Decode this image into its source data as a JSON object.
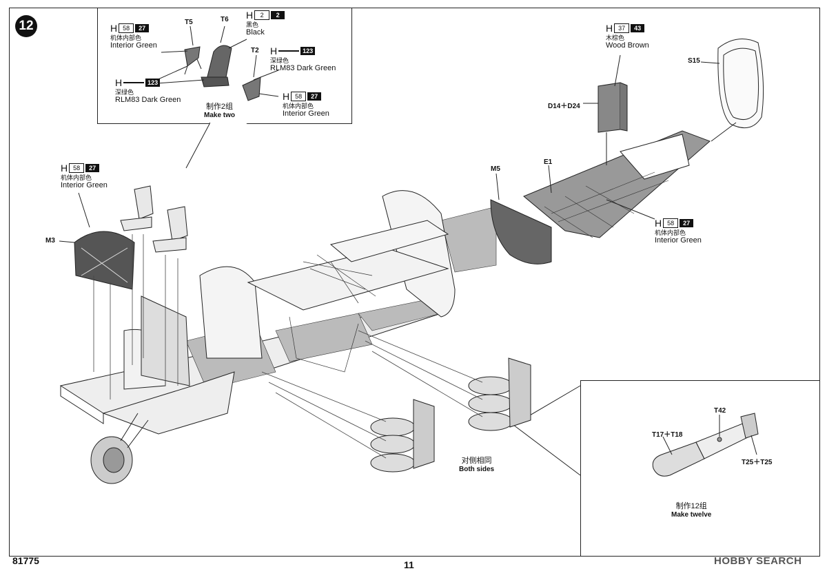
{
  "step": {
    "number": "12"
  },
  "inset_top": {
    "parts": {
      "t5": "T5",
      "t6": "T6",
      "t2": "T2"
    },
    "colors": [
      {
        "id": "seat_t6",
        "letter": "H",
        "box": "2",
        "num": "2",
        "cn": "黑色",
        "en": "Black"
      },
      {
        "id": "t5",
        "letter": "H",
        "box": "58",
        "num": "27",
        "cn": "机体内部色",
        "en": "Interior Green"
      },
      {
        "id": "t2",
        "letter": "H",
        "box": "",
        "num": "123",
        "cn": "深绿色",
        "en": "RLM83 Dark Green"
      },
      {
        "id": "left",
        "letter": "H",
        "box": "",
        "num": "123",
        "cn": "深绿色",
        "en": "RLM83 Dark Green"
      },
      {
        "id": "right",
        "letter": "H",
        "box": "58",
        "num": "27",
        "cn": "机体内部色",
        "en": "Interior Green"
      }
    ],
    "note": {
      "cn": "制作2组",
      "en": "Make two"
    }
  },
  "main": {
    "color_m3": {
      "letter": "H",
      "box": "58",
      "num": "27",
      "cn": "机体内部色",
      "en": "Interior Green"
    },
    "color_d14": {
      "letter": "H",
      "box": "37",
      "num": "43",
      "cn": "木棕色",
      "en": "Wood Brown"
    },
    "color_e1": {
      "letter": "H",
      "box": "58",
      "num": "27",
      "cn": "机体内部色",
      "en": "Interior Green"
    },
    "parts": {
      "m3": "M3",
      "m5": "M5",
      "e1": "E1",
      "d14": "D14＋D24",
      "s15": "S15"
    },
    "note_both": {
      "cn": "对侧相同",
      "en": "Both sides"
    }
  },
  "inset_bottom": {
    "parts": {
      "t17": "T17＋T18",
      "t42": "T42",
      "t25": "T25＋T25"
    },
    "note": {
      "cn": "制作12组",
      "en": "Make twelve"
    }
  },
  "footer": {
    "code": "81775",
    "page": "11"
  },
  "watermark": {
    "text": "HOBBY SEARCH"
  }
}
